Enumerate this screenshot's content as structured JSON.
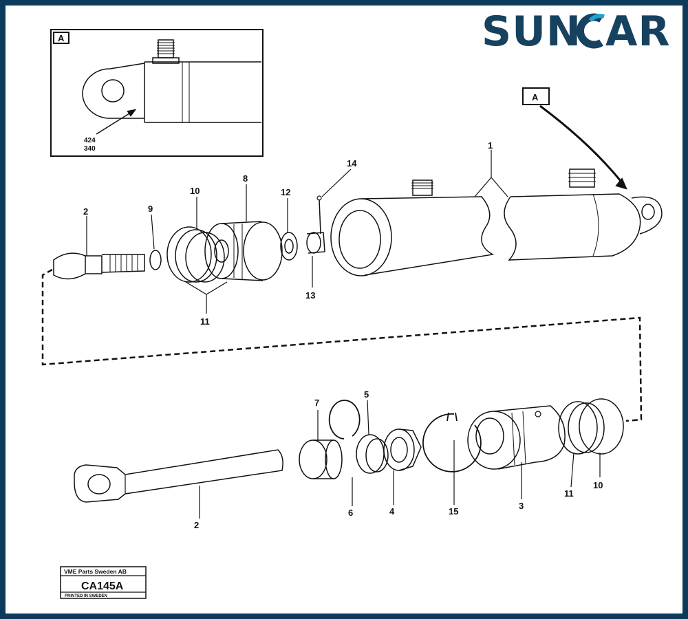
{
  "logo": {
    "text_left": "SUN",
    "text_right": "AR",
    "icon": "c-arc-icon",
    "brand_color": "#16425f",
    "accent_color": "#1fa3cf"
  },
  "detail_box": {
    "tag": "A",
    "codes": [
      "424",
      "340"
    ]
  },
  "detail_callout_tag": "A",
  "labels": {
    "p1": "1",
    "p2_upper": "2",
    "p8": "8",
    "p9": "9",
    "p10_upper": "10",
    "p11_upper": "11",
    "p12": "12",
    "p13": "13",
    "p14": "14",
    "p2_lower": "2",
    "p3": "3",
    "p4": "4",
    "p5": "5",
    "p6": "6",
    "p7": "7",
    "p10_lower": "10",
    "p11_lower": "11",
    "p15": "15"
  },
  "plate": {
    "company": "VME Parts Sweden AB",
    "code": "CA145A",
    "printed": "PRINTED IN SWEDEN"
  },
  "colors": {
    "border": "#0c3a5a",
    "ink": "#111111"
  }
}
